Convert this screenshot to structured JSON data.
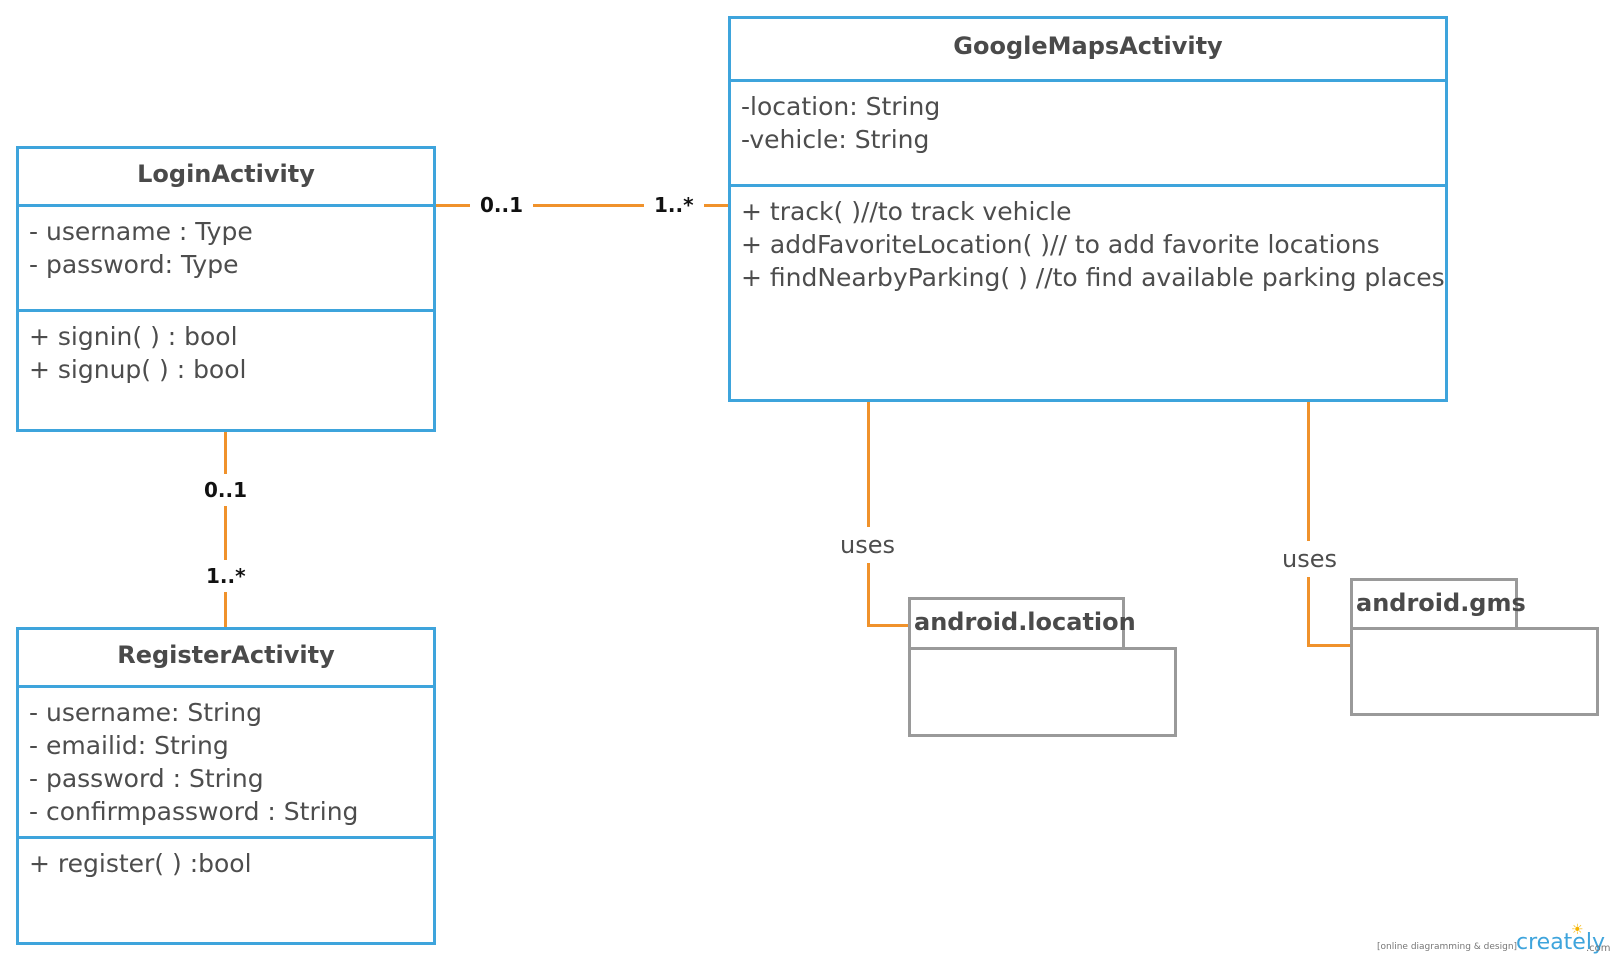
{
  "classes": {
    "login": {
      "name": "LoginActivity",
      "attributes": [
        "- username : Type",
        "- password: Type"
      ],
      "operations": [
        "+ signin( ) : bool",
        "+ signup( ) : bool"
      ]
    },
    "register": {
      "name": "RegisterActivity",
      "attributes": [
        "- username: String",
        "- emailid: String",
        "- password : String",
        "- confirmpassword : String"
      ],
      "operations": [
        "+ register( ) :bool"
      ]
    },
    "maps": {
      "name": "GoogleMapsActivity",
      "attributes": [
        "-location: String",
        "-vehicle: String"
      ],
      "operations": [
        "+ track( )//to track vehicle",
        "+ addFavoriteLocation( )// to add favorite locations",
        "+ findNearbyParking(  ) //to find available parking places"
      ]
    }
  },
  "packages": {
    "location": {
      "name": "android.location"
    },
    "gms": {
      "name": "android.gms"
    }
  },
  "associations": {
    "login_maps": {
      "source_mult": "0..1",
      "target_mult": "1..*"
    },
    "login_register": {
      "source_mult": "0..1",
      "target_mult": "1..*"
    }
  },
  "dependencies": {
    "maps_location": {
      "label": "uses"
    },
    "maps_gms": {
      "label": "uses"
    }
  },
  "footer": {
    "tagline": "[online diagramming & design]",
    "brand": "creately",
    "domain": ".com"
  },
  "colors": {
    "class_border": "#3ea4dc",
    "package_border": "#9a9a9a",
    "connector": "#f0922b"
  }
}
